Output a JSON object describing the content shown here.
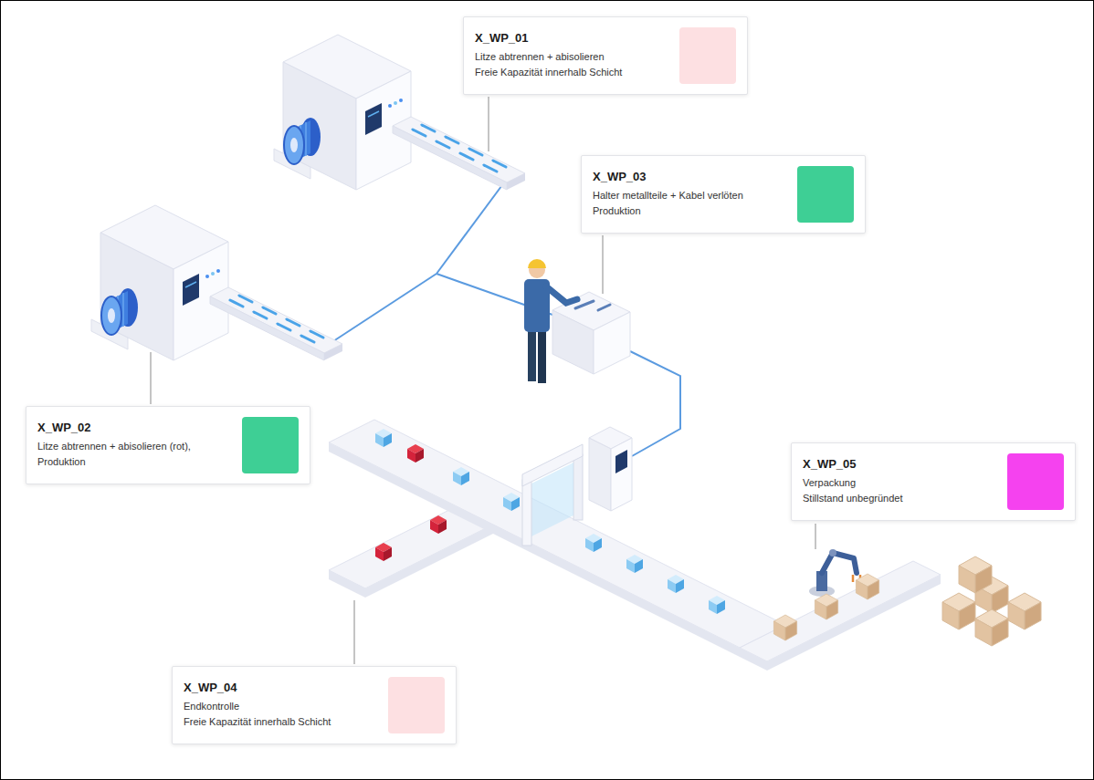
{
  "diagram": {
    "nodes": [
      {
        "text": [
          "X_WP_01",
          "Litze abtrennen + abisolieren",
          "Freie Kapazität innerhalb Schicht"
        ]
      },
      {
        "text": [
          "X_WP_03",
          "Halter metallteile + Kabel verlöten",
          "Produktion"
        ]
      },
      {
        "text": [
          "X_WP_02",
          "Litze abtrennen + abisolieren (rot),",
          "Produktion"
        ]
      },
      {
        "text": [
          "X_WP_05",
          "Verpackung",
          "Stillstand unbegründet"
        ]
      },
      {
        "text": [
          "X_WP_04",
          "Endkontrolle",
          "Freie Kapazität innerhalb Schicht"
        ]
      }
    ]
  }
}
